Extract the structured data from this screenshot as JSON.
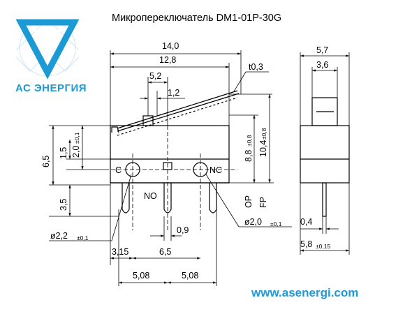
{
  "title": "Микропереключатель DM1-01P-30G",
  "brand": {
    "name": "АС ЭНЕРГИЯ",
    "website": "www.asenergi.com",
    "color": "#1b9ad6",
    "logo_icon": "triangle-v-logo-icon"
  },
  "dimensions": {
    "d_14_0": "14,0",
    "d_12_8": "12,8",
    "d_5_2": "5,2",
    "d_1_2": "1,2",
    "d_t0_3": "t0,3",
    "d_6_5_left": "6,5",
    "d_1_5": "1,5",
    "d_2_0": "2,0",
    "d_2_0_tol": "±0,1",
    "d_3_5": "3,5",
    "d_8_8": "8,8",
    "d_8_8_tol": "±0,8",
    "d_10_4": "10,4",
    "d_10_4_tol": "±0,8",
    "op": "OP",
    "fp": "FP",
    "d_2_2": "ø2,2",
    "d_2_2_tol": "±0,1",
    "d_2_0_hole": "ø2,0",
    "d_2_0_hole_tol": "±0,1",
    "d_0_9": "0,9",
    "d_3_15": "3,15",
    "d_6_5_bottom": "6,5",
    "d_5_08_a": "5,08",
    "d_5_08_b": "5,08",
    "d_5_7": "5,7",
    "d_3_6": "3,6",
    "d_0_4": "0,4",
    "d_5_8": "5,8",
    "d_5_8_tol": "±0,15"
  },
  "terminals": {
    "c": "C",
    "no": "NO",
    "nc": "NC"
  }
}
